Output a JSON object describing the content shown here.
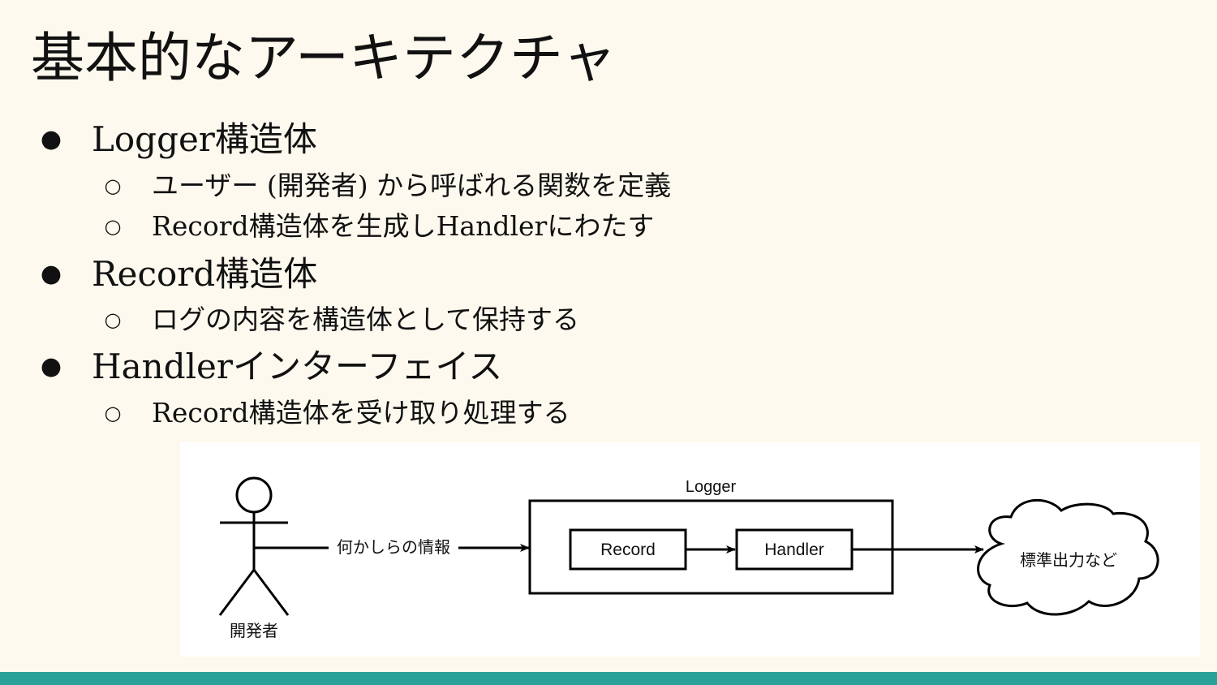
{
  "slide": {
    "title": "基本的なアーキテクチャ",
    "bullets": [
      {
        "marker": "●",
        "text": "Logger構造体",
        "children": [
          {
            "marker": "○",
            "text": "ユーザー (開発者) から呼ばれる関数を定義"
          },
          {
            "marker": "○",
            "text": "Record構造体を生成しHandlerにわたす"
          }
        ]
      },
      {
        "marker": "●",
        "text": "Record構造体",
        "children": [
          {
            "marker": "○",
            "text": "ログの内容を構造体として保持する"
          }
        ]
      },
      {
        "marker": "●",
        "text": "Handlerインターフェイス",
        "children": [
          {
            "marker": "○",
            "text": "Record構造体を受け取り処理する"
          }
        ]
      }
    ]
  },
  "diagram": {
    "actor_label": "開発者",
    "edge_label": "何かしらの情報",
    "container_label": "Logger",
    "record_label": "Record",
    "handler_label": "Handler",
    "output_label": "標準出力など"
  },
  "colors": {
    "background": "#fdf9ee",
    "accent_bar": "#2aa198",
    "diagram_background": "#ffffff",
    "stroke": "#000000"
  }
}
